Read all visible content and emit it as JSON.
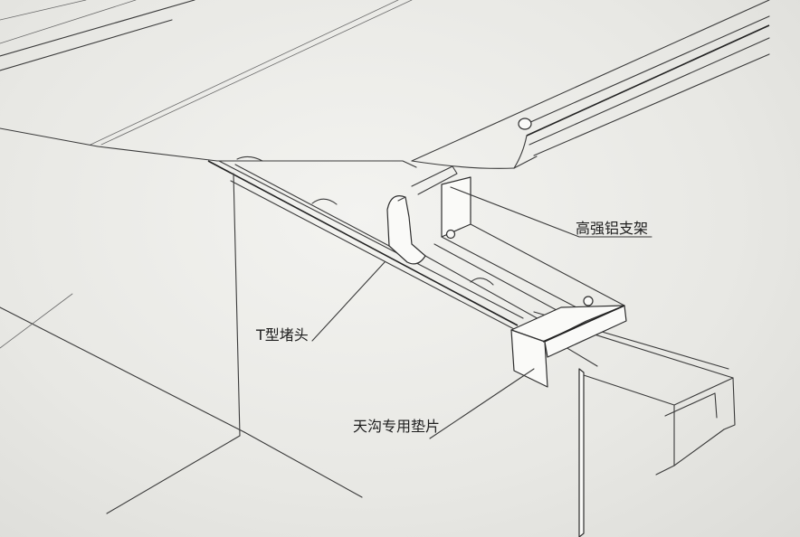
{
  "callouts": {
    "bracket": "高强铝支架",
    "t_end_cap": "T型堵头",
    "gutter_pad": "天沟专用垫片"
  }
}
